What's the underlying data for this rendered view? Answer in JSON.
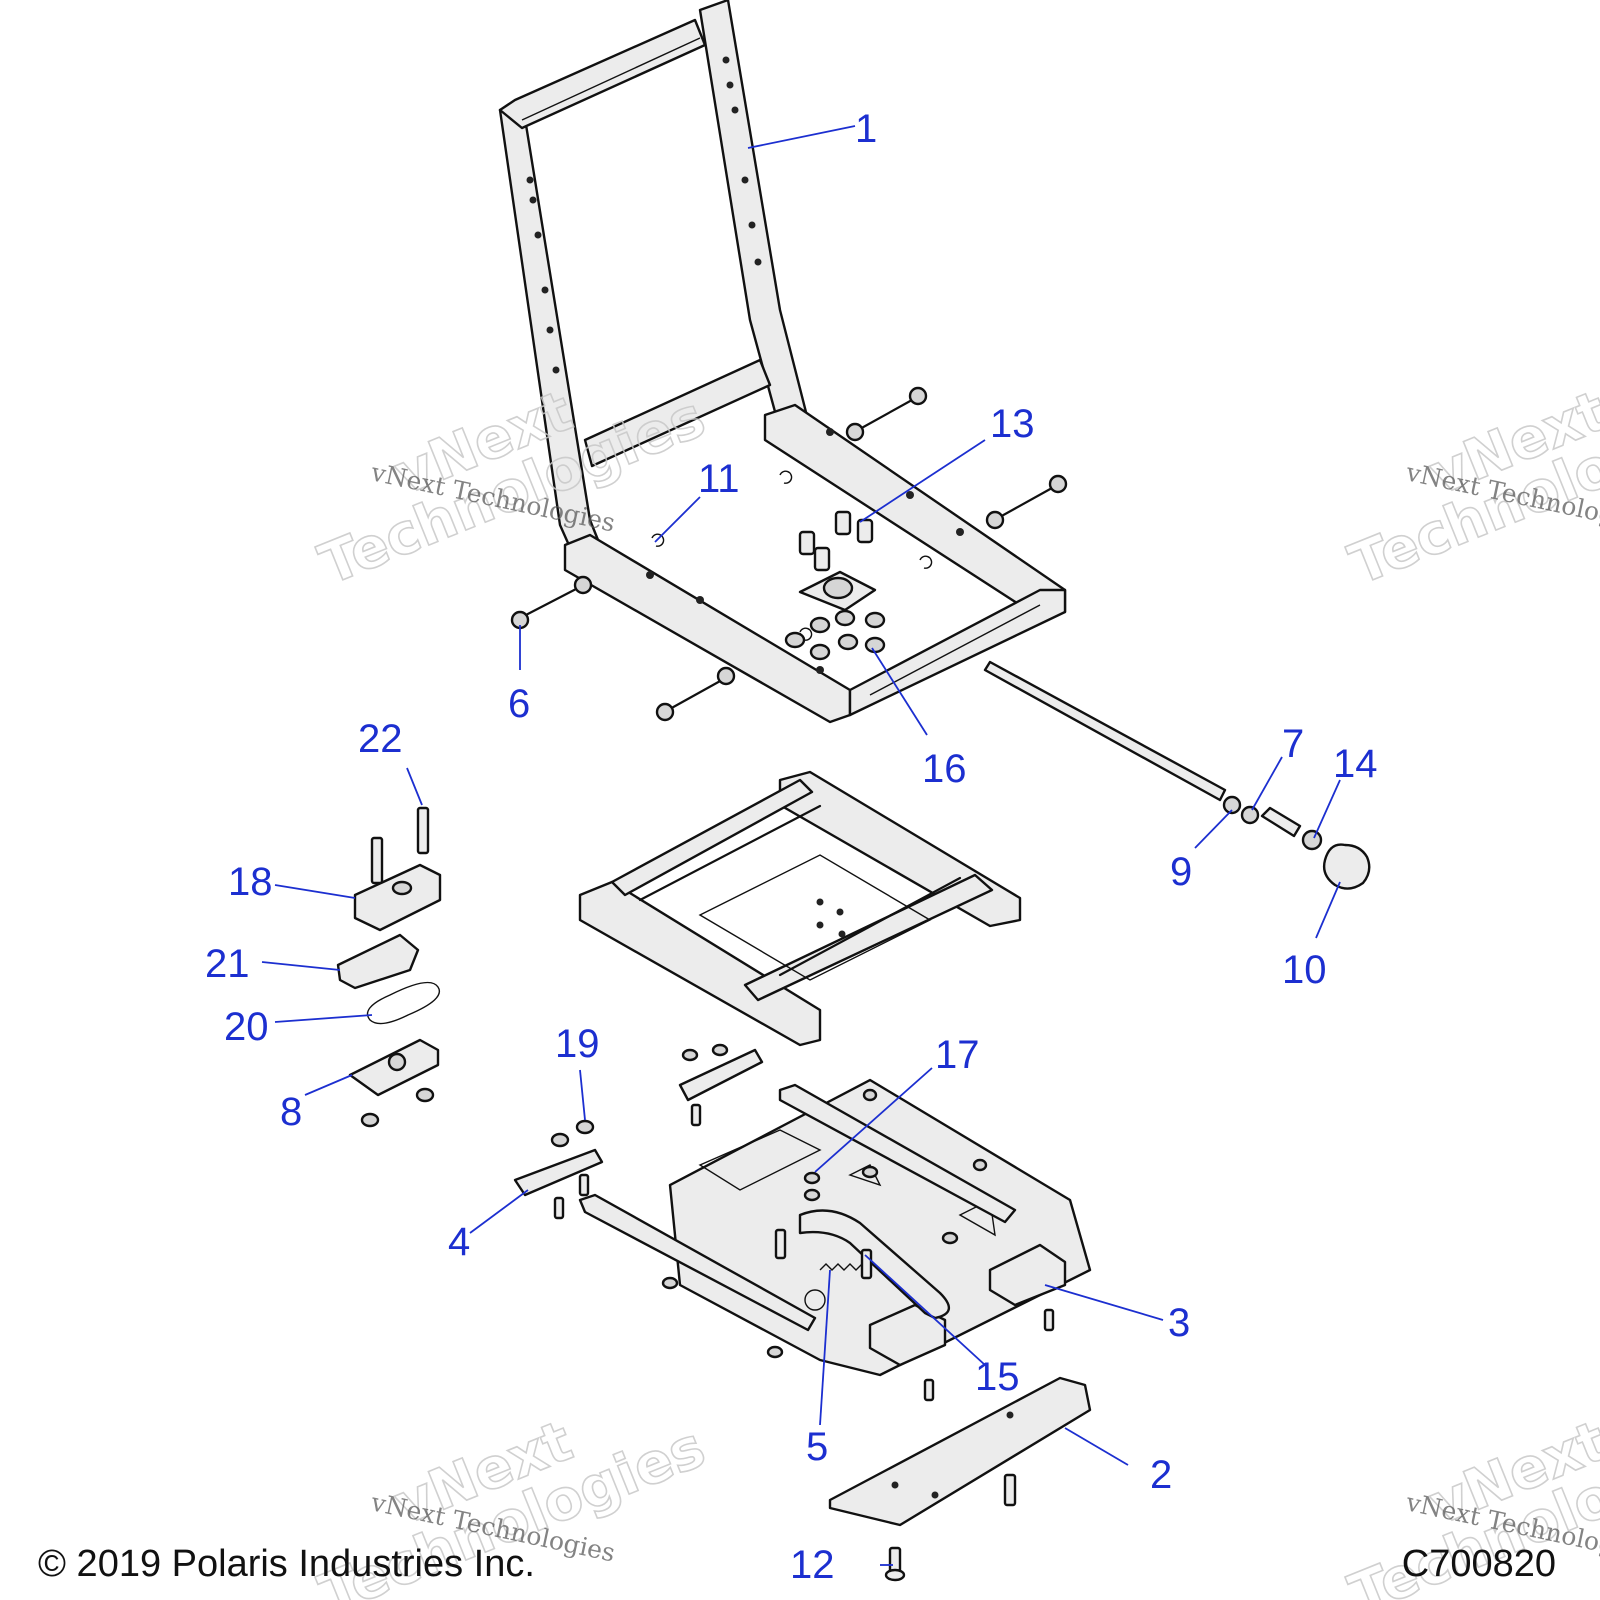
{
  "diagram": {
    "callouts": [
      {
        "number": "1"
      },
      {
        "number": "2"
      },
      {
        "number": "3"
      },
      {
        "number": "4"
      },
      {
        "number": "5"
      },
      {
        "number": "6"
      },
      {
        "number": "7"
      },
      {
        "number": "8"
      },
      {
        "number": "9"
      },
      {
        "number": "10"
      },
      {
        "number": "11"
      },
      {
        "number": "12"
      },
      {
        "number": "13"
      },
      {
        "number": "14"
      },
      {
        "number": "15"
      },
      {
        "number": "16"
      },
      {
        "number": "17"
      },
      {
        "number": "18"
      },
      {
        "number": "19"
      },
      {
        "number": "20"
      },
      {
        "number": "21"
      },
      {
        "number": "22"
      }
    ],
    "colors": {
      "callout": "#1c2fd0",
      "line": "#111111",
      "part_fill": "#ececec"
    }
  },
  "watermark": {
    "company_line": "vNext Technologies",
    "brand_top": "vNext",
    "brand_bottom": "Technologies"
  },
  "footer": {
    "copyright": "© 2019 Polaris Industries Inc.",
    "drawing_code": "C700820"
  }
}
